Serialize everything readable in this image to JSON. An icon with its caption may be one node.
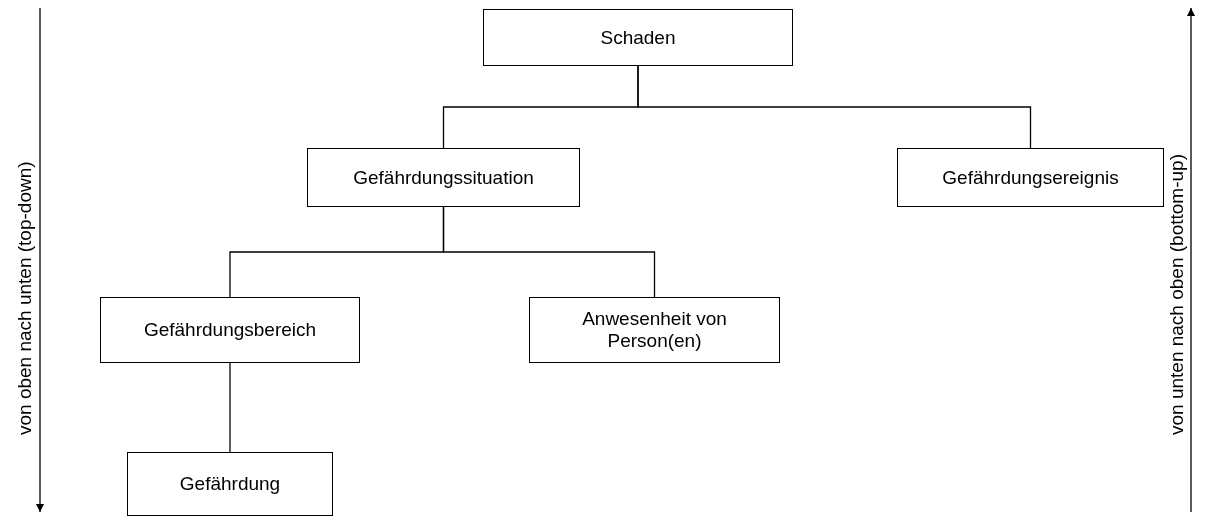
{
  "diagram": {
    "nodes": [
      {
        "text": [
          "Schaden"
        ]
      },
      {
        "text": [
          "Gefährdungssituation"
        ]
      },
      {
        "text": [
          "Gefährdungsereignis"
        ]
      },
      {
        "text": [
          "Gefährdungsbereich"
        ]
      },
      {
        "text": [
          "Anwesenheit von Person(en)"
        ]
      },
      {
        "text": [
          "Gefährdung"
        ]
      }
    ],
    "edges": [
      {
        "from": 0,
        "to": 1,
        "arrow": "none"
      },
      {
        "from": 0,
        "to": 2,
        "arrow": "none"
      },
      {
        "from": 1,
        "to": 3,
        "arrow": "none"
      },
      {
        "from": 1,
        "to": 4,
        "arrow": "none"
      },
      {
        "from": 3,
        "to": 5,
        "arrow": "none"
      }
    ],
    "labels": [
      "von oben nach unten (top-down)",
      "von unten nach oben (bottom-up)"
    ]
  }
}
